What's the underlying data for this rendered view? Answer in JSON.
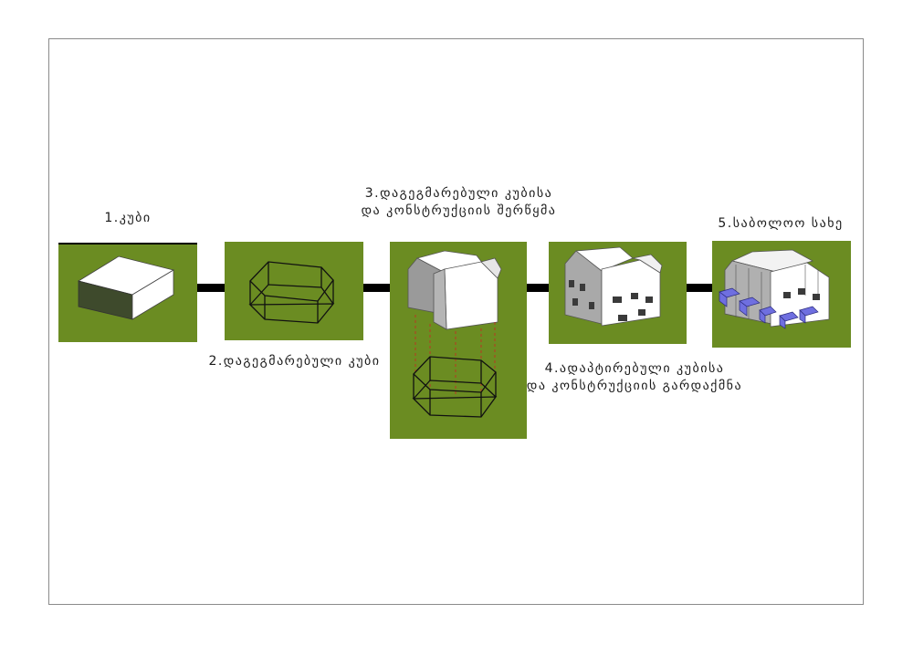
{
  "diagram": {
    "colors": {
      "panel": "#6b8c22",
      "connector": "#000000",
      "frame": "#8a8a8a",
      "module_blue": "#6f6fe0"
    },
    "steps": [
      {
        "id": 1,
        "lines": [
          "1.კუბი"
        ]
      },
      {
        "id": 2,
        "lines": [
          "2.დაგეგმარებული კუბი"
        ]
      },
      {
        "id": 3,
        "lines": [
          "3.დაგეგმარებული კუბისა",
          "და კონსტრუქციის შერწყმა"
        ]
      },
      {
        "id": 4,
        "lines": [
          "4.ადაპტირებული კუბისა",
          "და კონსტრუქციის გარდაქმნა"
        ]
      },
      {
        "id": 5,
        "lines": [
          "5.საბოლოო სახე"
        ]
      }
    ]
  }
}
